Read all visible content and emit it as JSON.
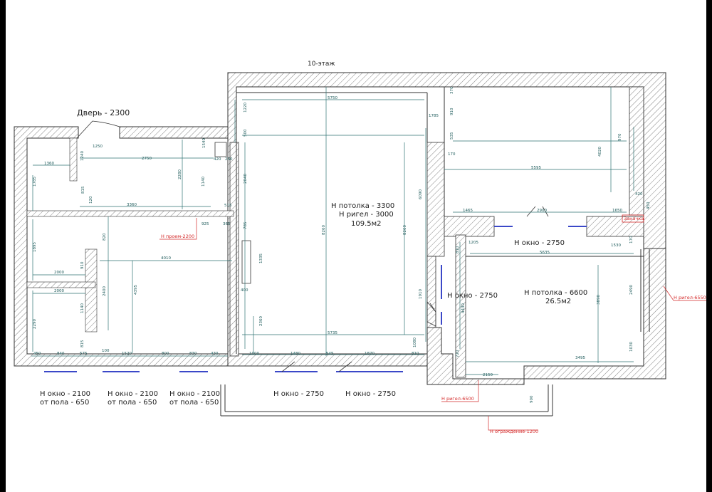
{
  "plan": {
    "floor": "10-этаж",
    "door": "Дверь - 2300",
    "main_room": {
      "ceiling": "Н потолка - 3300",
      "beam": "Н ригел - 3000",
      "area": "109.5м2"
    },
    "right_room": {
      "ceiling": "Н потолка - 6600",
      "area": "26.5м2"
    },
    "window_labels": {
      "w1a": "Н окно - 2100",
      "w1b": "от пола - 650",
      "w2a": "Н окно - 2100",
      "w2b": "от пола - 650",
      "w3a": "Н окно - 2100",
      "w3b": "от пола - 650",
      "w4": "Н окно - 2750",
      "w5": "Н окно - 2750",
      "w6": "Н окно - 2750",
      "w7": "Н окно - 2750"
    },
    "red_labels": {
      "opening": "Н проем-2200",
      "beam_right": "Н ригел-6550",
      "beam_bottom": "Н ригел-6500",
      "railing": "Н ограждение-1200",
      "radiator": "Заначка"
    },
    "dims": {
      "d1250": "1250",
      "d1360": "1360",
      "d1240": "1240",
      "d2750": "2750",
      "d2280": "2280",
      "d1140a": "1140",
      "d1785a": "1785",
      "d815a": "815",
      "d3360": "3360",
      "d120a": "120",
      "d1540": "1540",
      "d420": "420",
      "d260": "260",
      "d925": "925",
      "d515": "515",
      "d365": "365",
      "d1895": "1895",
      "d820": "820",
      "d4010": "4010",
      "d2000a": "2000",
      "d910a": "910",
      "d2000b": "2000",
      "d2400": "2400",
      "d4395": "4395",
      "d1140b": "1140",
      "d2290": "2290",
      "d815b": "815",
      "d450": "450",
      "d840": "840",
      "d575": "575",
      "d100": "100",
      "d1520": "1520",
      "d800": "800",
      "d830": "830",
      "d430": "430",
      "d1220": "1220",
      "d5750": "5750",
      "d500": "500",
      "d2040": "2040",
      "d785": "785",
      "d1335": "1335",
      "d400": "400",
      "d8260a": "8260",
      "d2360": "2360",
      "d5735": "5735",
      "d1000": "1000",
      "d1480": "1480",
      "d545": "545",
      "d1870": "1870",
      "d1080": "1080",
      "d810": "810",
      "d8260b": "8260",
      "d6090": "6090",
      "d1910": "1910",
      "d910b": "910",
      "d1785b": "1785",
      "d535": "535",
      "d370": "370",
      "d170": "170",
      "d5595": "5595",
      "d4020": "4020",
      "d970": "970",
      "d1465": "1465",
      "d2900": "2900",
      "d1650": "1650",
      "d450b": "450",
      "d420b": "420",
      "d1205": "1205",
      "d5635": "5635",
      "d1530": "1530",
      "d170b": "170",
      "d810b": "810",
      "d4430": "4430",
      "d2490": "2490",
      "d3890": "3890",
      "d1030": "1030",
      "d3495": "3495",
      "d2150": "2150",
      "d720": "720",
      "d900": "900"
    }
  }
}
